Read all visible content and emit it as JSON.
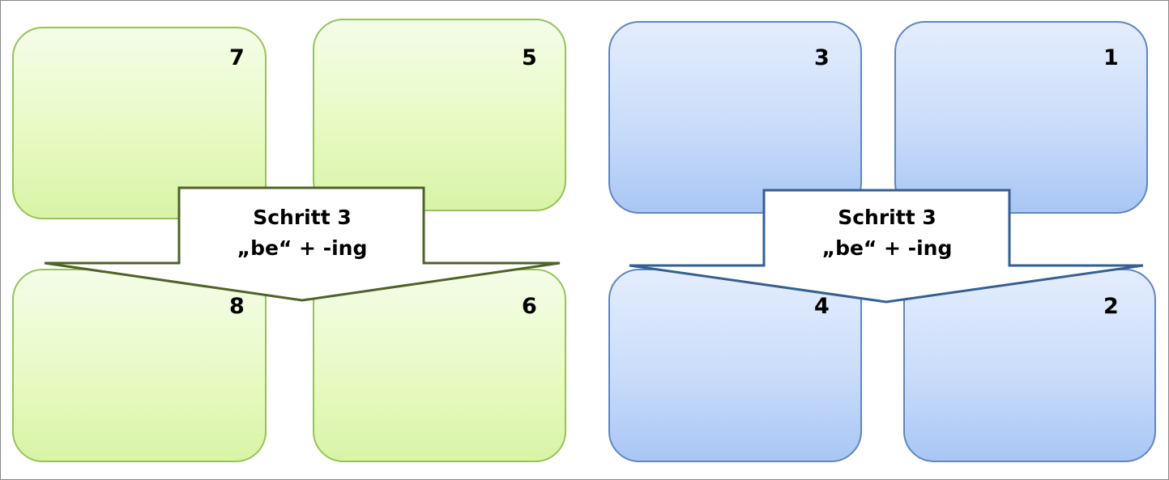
{
  "left_group": {
    "color": "#98c15a",
    "arrow_color": "#4f6228",
    "boxes": [
      {
        "number": "7"
      },
      {
        "number": "5"
      },
      {
        "number": "8"
      },
      {
        "number": "6"
      }
    ],
    "arrow": {
      "line1": "Schritt 3",
      "line2": "„be“ + -ing"
    }
  },
  "right_group": {
    "color": "#5f86bf",
    "arrow_color": "#365f91",
    "boxes": [
      {
        "number": "3"
      },
      {
        "number": "1"
      },
      {
        "number": "4"
      },
      {
        "number": "2"
      }
    ],
    "arrow": {
      "line1": "Schritt 3",
      "line2": "„be“ + -ing"
    }
  }
}
